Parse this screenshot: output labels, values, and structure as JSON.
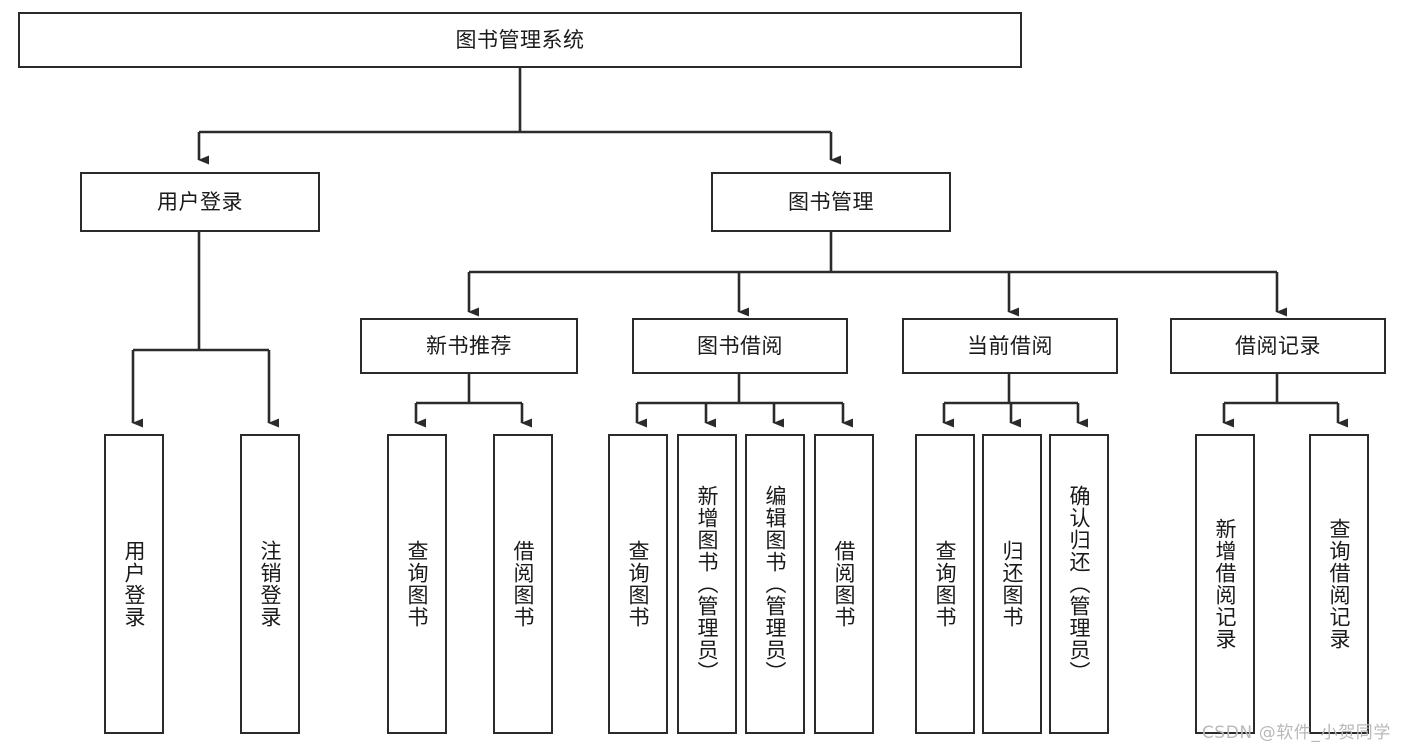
{
  "diagram": {
    "type": "tree-hierarchy-chart",
    "title_node": {
      "label": "图书管理系统"
    },
    "colors": {
      "stroke": "#2b2b2b",
      "fill": "#ffffff",
      "text": "#1a1a1a",
      "watermark": "#b9b9b9"
    },
    "levels": {
      "level1": [
        {
          "id": "user-login",
          "label": "用户登录"
        },
        {
          "id": "book-management",
          "label": "图书管理"
        }
      ],
      "level2": [
        {
          "id": "new-book-recommend",
          "label": "新书推荐"
        },
        {
          "id": "book-borrow",
          "label": "图书借阅"
        },
        {
          "id": "current-borrow",
          "label": "当前借阅"
        },
        {
          "id": "borrow-record",
          "label": "借阅记录"
        }
      ],
      "leaves": [
        {
          "id": "leaf-user-login",
          "label": "用户登录"
        },
        {
          "id": "leaf-logout-login",
          "label": "注销登录"
        },
        {
          "id": "leaf-query-book-1",
          "label": "查询图书"
        },
        {
          "id": "leaf-borrow-book-1",
          "label": "借阅图书"
        },
        {
          "id": "leaf-query-book-2",
          "label": "查询图书"
        },
        {
          "id": "leaf-add-book",
          "label": "新增图书（管理员）"
        },
        {
          "id": "leaf-edit-book",
          "label": "编辑图书（管理员）"
        },
        {
          "id": "leaf-borrow-book-2",
          "label": "借阅图书"
        },
        {
          "id": "leaf-query-book-3",
          "label": "查询图书"
        },
        {
          "id": "leaf-return-book",
          "label": "归还图书"
        },
        {
          "id": "leaf-confirm-return",
          "label": "确认归还（管理员）"
        },
        {
          "id": "leaf-add-borrow-record",
          "label": "新增借阅记录"
        },
        {
          "id": "leaf-query-borrow-record",
          "label": "查询借阅记录"
        }
      ]
    }
  },
  "watermark": {
    "text": "CSDN @软件_小贺同学"
  }
}
